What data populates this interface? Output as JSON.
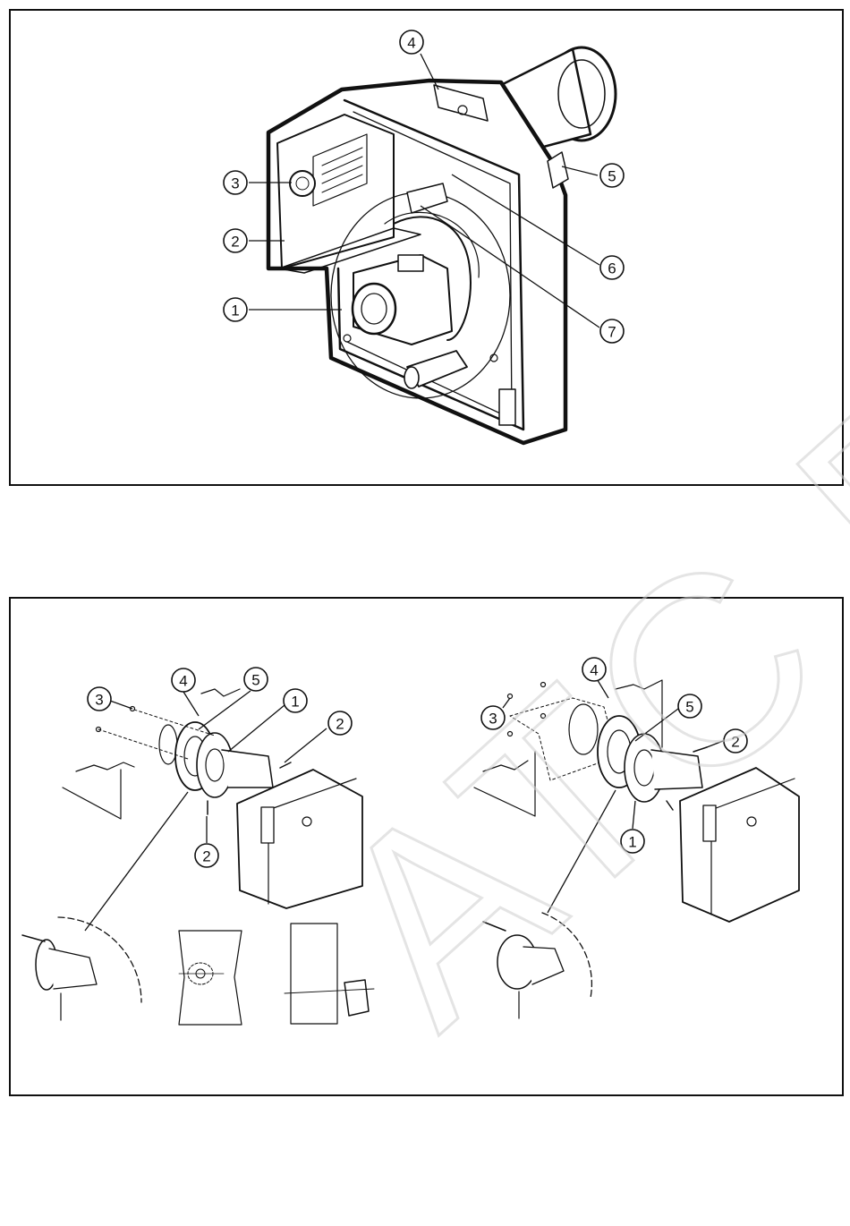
{
  "figure_top": {
    "callouts": [
      "1",
      "2",
      "3",
      "4",
      "5",
      "6",
      "7"
    ]
  },
  "figure_bottom_left": {
    "callouts": [
      "1",
      "2",
      "3",
      "4",
      "5"
    ],
    "extra_callout": "2"
  },
  "figure_bottom_right": {
    "callouts": [
      "1",
      "2",
      "3",
      "4",
      "5"
    ]
  },
  "watermark": {
    "text": "ATC ROC",
    "color": "#cfcfcf"
  }
}
